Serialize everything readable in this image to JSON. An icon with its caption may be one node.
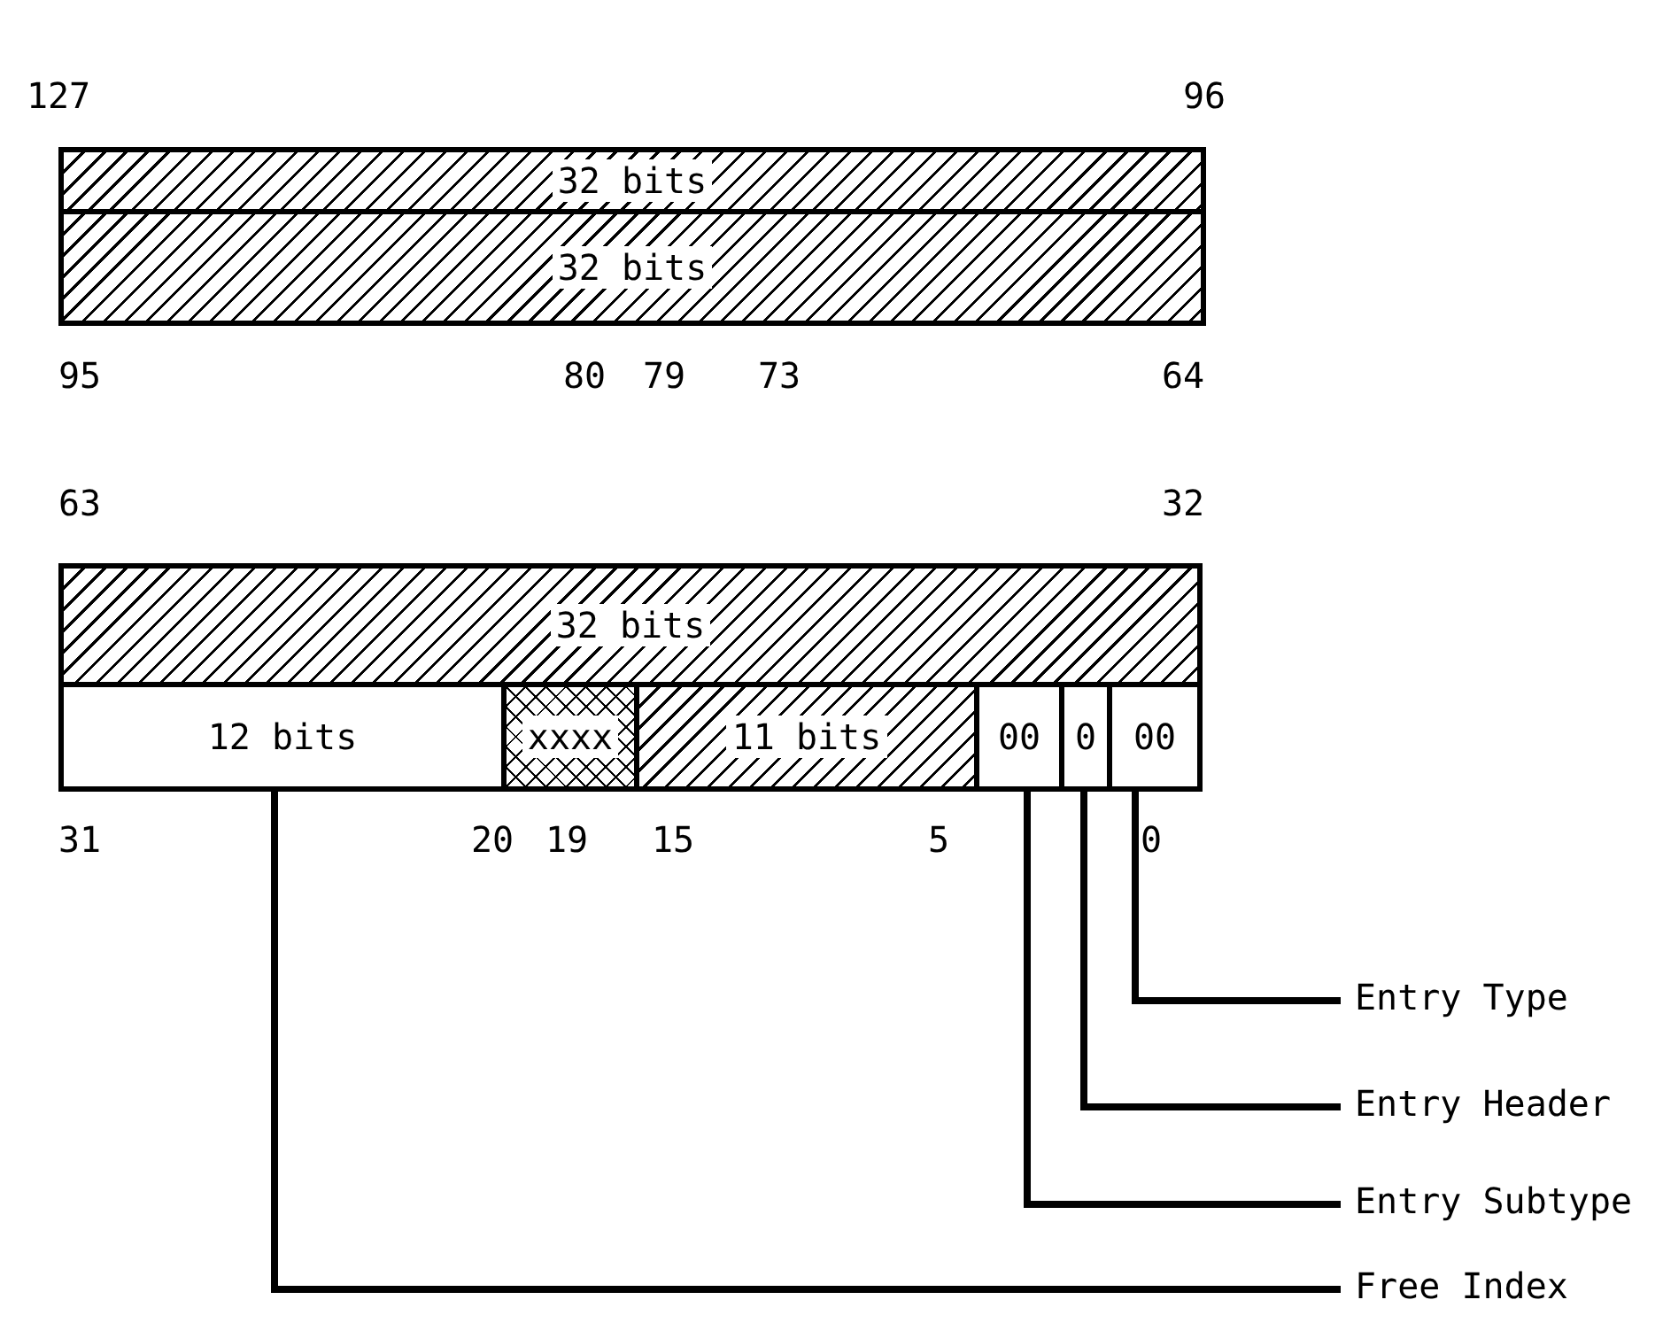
{
  "diagram": {
    "nodes": [
      {
        "text": [
          "32 bits"
        ]
      },
      {
        "text": [
          "32 bits"
        ]
      },
      {
        "text": [
          "32 bits"
        ]
      },
      {
        "text": [
          "12 bits"
        ]
      },
      {
        "text": [
          "xxxx"
        ]
      },
      {
        "text": [
          "11 bits"
        ]
      },
      {
        "text": [
          "00"
        ]
      },
      {
        "text": [
          "0"
        ]
      },
      {
        "text": [
          "00"
        ]
      },
      {
        "text": [
          "Entry Type"
        ]
      },
      {
        "text": [
          "Entry Header"
        ]
      },
      {
        "text": [
          "Entry Subtype"
        ]
      },
      {
        "text": [
          "Free Index"
        ]
      }
    ],
    "edges": [
      {
        "from": 9,
        "to": 8,
        "arrow": "none"
      },
      {
        "from": 10,
        "to": 7,
        "arrow": "none"
      },
      {
        "from": 11,
        "to": 6,
        "arrow": "none"
      },
      {
        "from": 12,
        "to": 3,
        "arrow": "none"
      }
    ],
    "labels": [
      "127",
      "96",
      "95",
      "80",
      "79",
      "73",
      "64",
      "63",
      "32",
      "31",
      "20",
      "19",
      "15",
      "5",
      "0"
    ]
  }
}
